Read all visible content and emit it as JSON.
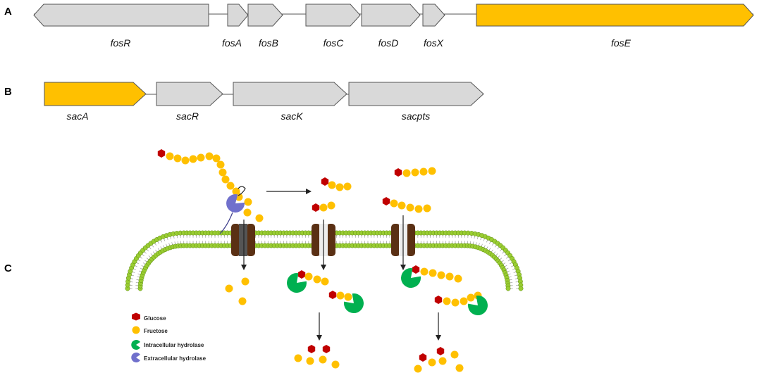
{
  "panels": {
    "a": "A",
    "b": "B",
    "c": "C"
  },
  "colors": {
    "gene_default": "#d9d9d9",
    "gene_highlight": "#ffc000",
    "gene_stroke": "#555555",
    "glucose": "#c00000",
    "fructose": "#ffc000",
    "intracellular_hydrolase": "#00b050",
    "extracellular_hydrolase": "#7070cc",
    "membrane_head": "#9acd32",
    "transporter": "#5a3014"
  },
  "operon_a": {
    "genes": [
      {
        "label": "fosR",
        "dir": "left",
        "color": "gene_default"
      },
      {
        "label": "fosA",
        "dir": "right",
        "color": "gene_default"
      },
      {
        "label": "fosB",
        "dir": "right",
        "color": "gene_default"
      },
      {
        "label": "fosC",
        "dir": "right",
        "color": "gene_default"
      },
      {
        "label": "fosD",
        "dir": "right",
        "color": "gene_default"
      },
      {
        "label": "fosX",
        "dir": "right",
        "color": "gene_default"
      },
      {
        "label": "fosE",
        "dir": "right",
        "color": "gene_highlight"
      }
    ]
  },
  "operon_b": {
    "genes": [
      {
        "label": "sacA",
        "dir": "right",
        "color": "gene_highlight"
      },
      {
        "label": "sacR",
        "dir": "right",
        "color": "gene_default"
      },
      {
        "label": "sacK",
        "dir": "right",
        "color": "gene_default"
      },
      {
        "label": "sacpts",
        "dir": "right",
        "color": "gene_default"
      }
    ]
  },
  "legend": {
    "glucose": "Glucose",
    "fructose": "Fructose",
    "intracellular": "Intracellular hydrolase",
    "extracellular": "Extracellular hydrolase"
  }
}
